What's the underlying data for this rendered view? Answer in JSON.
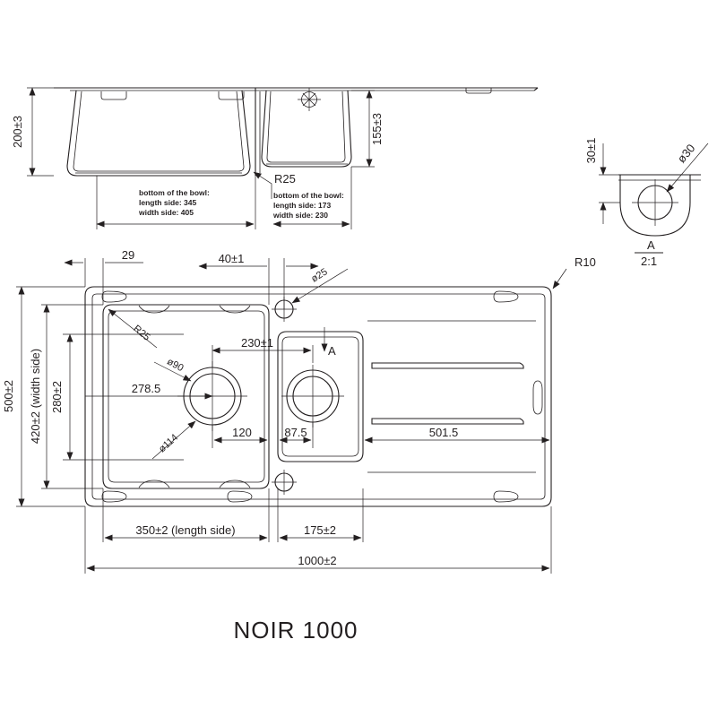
{
  "drawing": {
    "title": "NOIR 1000",
    "product": "NOIR 1000",
    "type": "kitchen sink technical drawing",
    "views": [
      "front elevation / section",
      "top plan view",
      "detail A"
    ]
  },
  "elevation": {
    "dim_depth_left": "200±3",
    "dim_depth_right": "155±3",
    "radius_note": "R25",
    "note_left": {
      "line1": "bottom of the bowl:",
      "line2": "length side: 345",
      "line3": "width side: 405"
    },
    "note_right": {
      "line1": "bottom of the bowl:",
      "line2": "length side: 173",
      "line3": "width side: 230"
    }
  },
  "plan": {
    "dim_overall_width": "1000±2",
    "dim_overall_height": "500±2",
    "dim_bowl_height": "420±2 (width side)",
    "dim_bowl_center_height": "280±2",
    "dim_edge_offset": "29",
    "dim_tap_hole_offset": "40±1",
    "dim_tap_hole_dia": "ø25",
    "dim_corner_radius": "R25",
    "dim_outer_radius": "R10",
    "dim_bowl_spacing": "230±1",
    "dim_waste_dia_outer": "ø114",
    "dim_waste_dia_inner": "ø90",
    "dim_waste_from_left": "278.5",
    "dim_waste_to_edge_1": "120",
    "dim_waste_to_edge_2": "87.5",
    "dim_drainer_length": "501.5",
    "dim_main_bowl_length": "350±2 (length side)",
    "dim_small_bowl_length": "175±2",
    "detail_marker": "A"
  },
  "detail": {
    "label": "A",
    "scale": "2:1",
    "dim_height": "30±1",
    "dim_dia": "ø30"
  },
  "colors": {
    "line": "#231f20",
    "background": "#ffffff"
  }
}
